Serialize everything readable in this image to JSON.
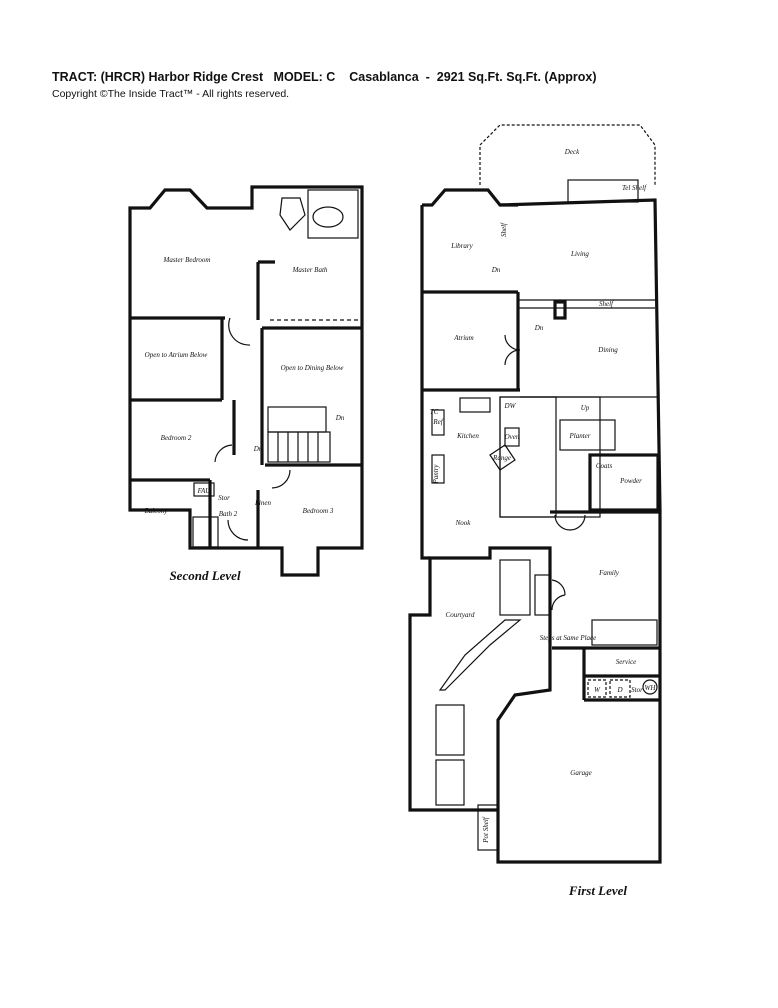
{
  "header": {
    "title": "TRACT: (HRCR) Harbor Ridge Crest   MODEL: C    Casablanca  -  2921 Sq.Ft. Sq.Ft. (Approx)",
    "copyright": "Copyright  ©The Inside Tract™ - All rights reserved."
  },
  "second_level": {
    "title": "Second Level",
    "rooms": {
      "master_bedroom": "Master Bedroom",
      "master_bath": "Master Bath",
      "open_atrium": "Open to Atrium Below",
      "open_dining": "Open to Dining Below",
      "bedroom2": "Bedroom 2",
      "bedroom3": "Bedroom 3",
      "balcony": "Balcony",
      "bath2": "Bath 2",
      "fau": "FAU",
      "stor": "Stor",
      "linen": "Linen",
      "dn1": "Dn",
      "dn2": "Dn"
    }
  },
  "first_level": {
    "title": "First Level",
    "rooms": {
      "deck": "Deck",
      "library": "Library",
      "living": "Living",
      "atrium": "Atrium",
      "dining": "Dining",
      "kitchen": "Kitchen",
      "nook": "Nook",
      "family": "Family",
      "courtyard": "Courtyard",
      "garage": "Garage",
      "service": "Service",
      "powder": "Powder",
      "coats": "Coats",
      "planter": "Planter",
      "pantry": "Pantry",
      "ref": "Ref",
      "oven": "Oven",
      "range": "Range",
      "dw": "DW",
      "tc": "TC",
      "w": "W",
      "d": "D",
      "stor": "Stor",
      "wh": "WH",
      "shelf": "Shelf",
      "shelf_lib": "Shelf",
      "tv_shelf": "Tel Shelf",
      "pot_shelf": "Pot Shelf",
      "steps": "Steps at Same Place",
      "up": "Up",
      "dn_lib": "Dn",
      "dn_din": "Dn"
    }
  }
}
